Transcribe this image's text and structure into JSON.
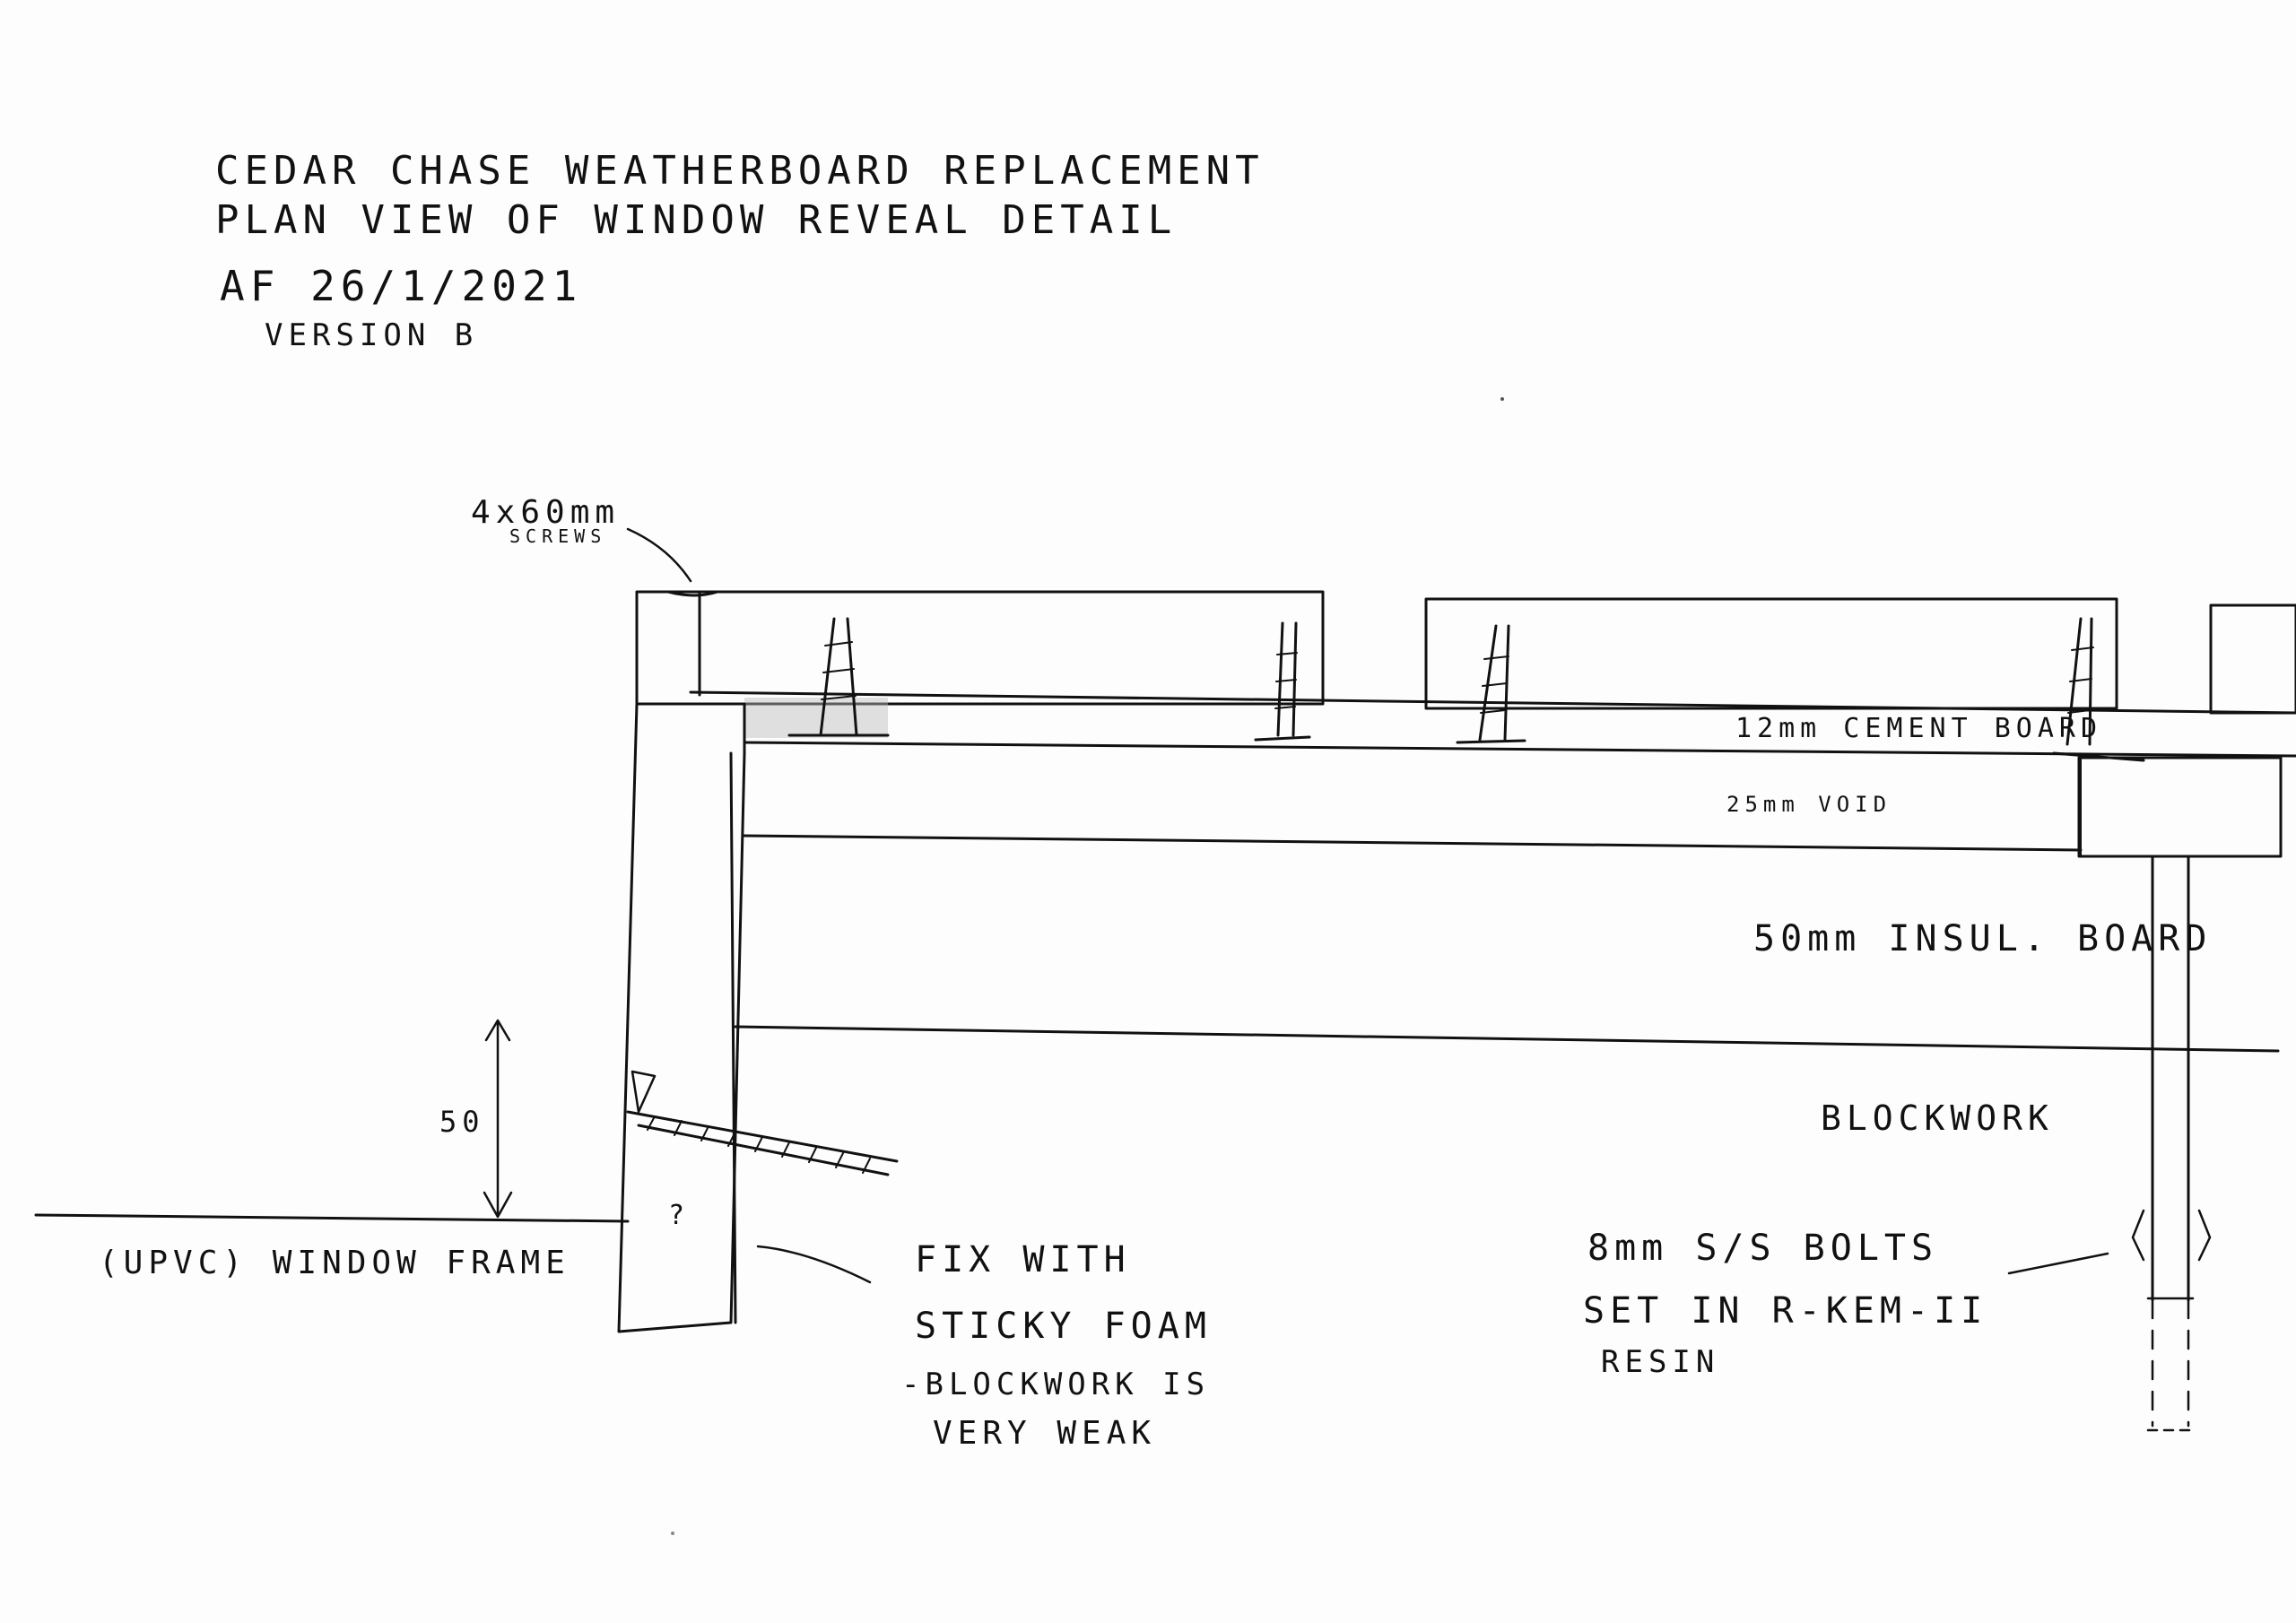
{
  "title_block": {
    "line1": "CEDAR CHASE WEATHERBOARD REPLACEMENT",
    "line2": "PLAN VIEW OF WINDOW REVEAL DETAIL",
    "line3": "AF 26/1/2021",
    "line4": "VERSION B"
  },
  "labels": {
    "screws": "4x60mm",
    "screws_sub": "SCREWS",
    "cement_board": "12mm CEMENT BOARD",
    "void": "25mm VOID",
    "insulation": "50mm INSUL. BOARD",
    "blockwork": "BLOCKWORK",
    "dimension": "50",
    "window_frame": "(UPVC) WINDOW FRAME",
    "question": "?",
    "fix_note": [
      "FIX WITH",
      "STICKY FOAM",
      "-BLOCKWORK IS",
      "VERY WEAK"
    ],
    "bolts_note": [
      "8mm S/S BOLTS",
      "SET IN R-KEM-II",
      "RESIN"
    ]
  },
  "colors": {
    "ink": "#111111",
    "paper": "#fdfdfd"
  }
}
